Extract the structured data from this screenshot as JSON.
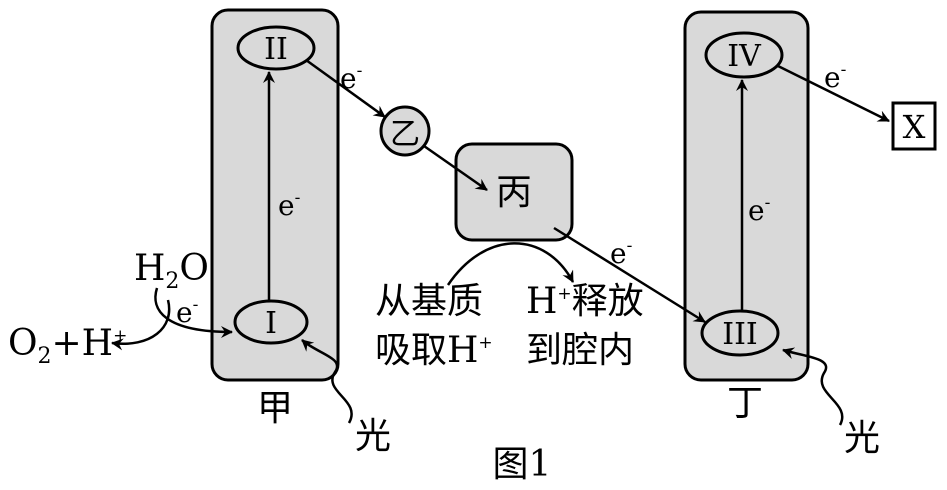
{
  "complexes": {
    "jia": {
      "name": "甲",
      "upper": "II",
      "lower": "I"
    },
    "ding": {
      "name": "丁",
      "upper": "IV",
      "lower": "III"
    }
  },
  "carriers": {
    "yi": "乙",
    "bing": "丙",
    "x": "X"
  },
  "electron": {
    "base": "e",
    "charge": "-"
  },
  "water": {
    "h": "H",
    "sub": "2",
    "o": "O"
  },
  "products": {
    "o": "O",
    "sub": "2",
    "plus_h": "+H",
    "sup": "+"
  },
  "light": "光",
  "proton_uptake": {
    "line1": "从基质",
    "line2_text": "吸取H",
    "line2_sup": "+"
  },
  "proton_release": {
    "h": "H",
    "sup": "+",
    "line1_rest": "释放",
    "line2": "到腔内"
  },
  "figure_caption": "图1",
  "colors": {
    "fill": "#d9d9d9",
    "stroke": "#000000",
    "background": "#ffffff"
  }
}
